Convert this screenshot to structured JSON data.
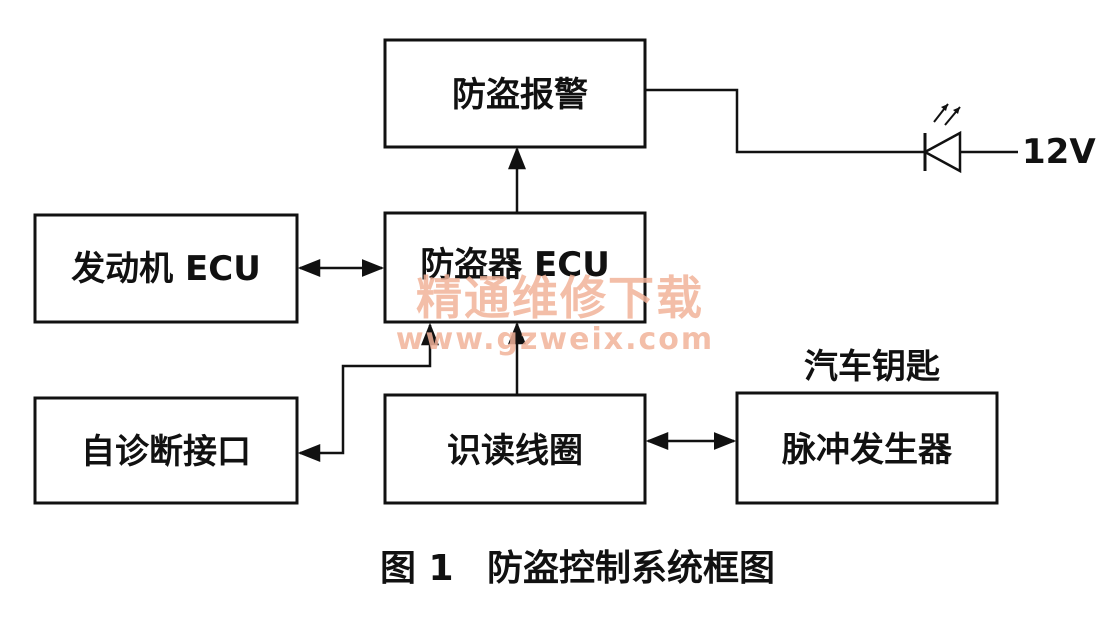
{
  "diagram": {
    "boxes": {
      "alarm": "防盗报警",
      "engine_ecu": "发动机 ECU",
      "immobilizer_ecu": "防盗器 ECU",
      "diag_port": "自诊断接口",
      "reader_coil": "识读线圈",
      "pulse_gen": "脉冲发生器"
    },
    "labels": {
      "car_key": "汽车钥匙",
      "voltage": "12V"
    },
    "caption": {
      "figure_no": "图 1",
      "title": "防盗控制系统框图"
    },
    "watermark": {
      "text": "精通维修下载",
      "url": "www.gzweix.com",
      "color": "#f2b39a"
    }
  }
}
